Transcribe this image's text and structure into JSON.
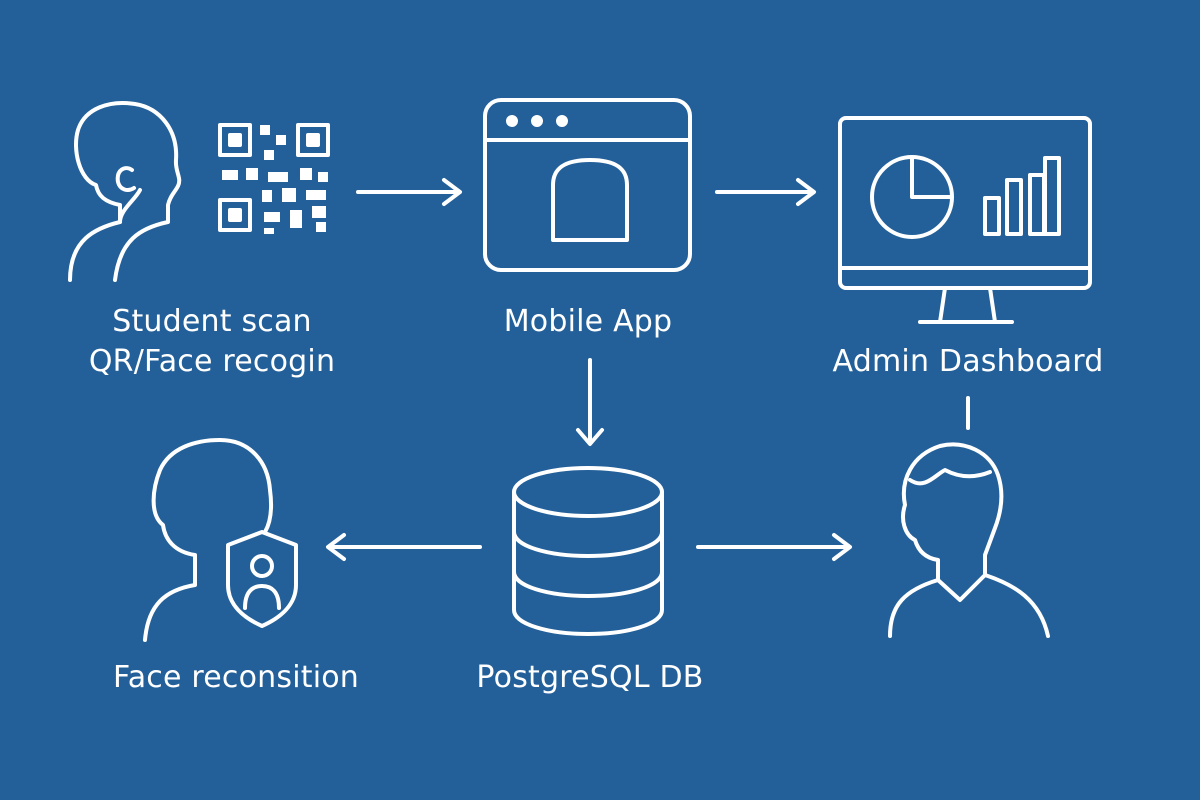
{
  "colors": {
    "background": "#23609a",
    "stroke": "#ffffff"
  },
  "nodes": {
    "student": {
      "line1": "Student scan",
      "line2": "QR/Face recogin",
      "icons": [
        "student-head-icon",
        "qr-code-icon"
      ]
    },
    "mobile_app": {
      "label": "Mobile App",
      "icon": "mobile-app-window-icon"
    },
    "admin_dashboard": {
      "label": "Admin Dashboard",
      "icon": "monitor-dashboard-icon"
    },
    "face_recognition": {
      "label": "Face reconsition",
      "icon": "face-recognition-icon"
    },
    "database": {
      "label": "PostgreSQL DB",
      "icon": "database-icon"
    },
    "admin_user": {
      "icon": "admin-person-icon"
    }
  },
  "edges": [
    {
      "from": "student",
      "to": "mobile_app"
    },
    {
      "from": "mobile_app",
      "to": "admin_dashboard"
    },
    {
      "from": "mobile_app",
      "to": "database"
    },
    {
      "from": "database",
      "to": "face_recognition"
    },
    {
      "from": "database",
      "to": "admin_user"
    },
    {
      "from": "admin_dashboard",
      "to": "admin_user"
    }
  ]
}
